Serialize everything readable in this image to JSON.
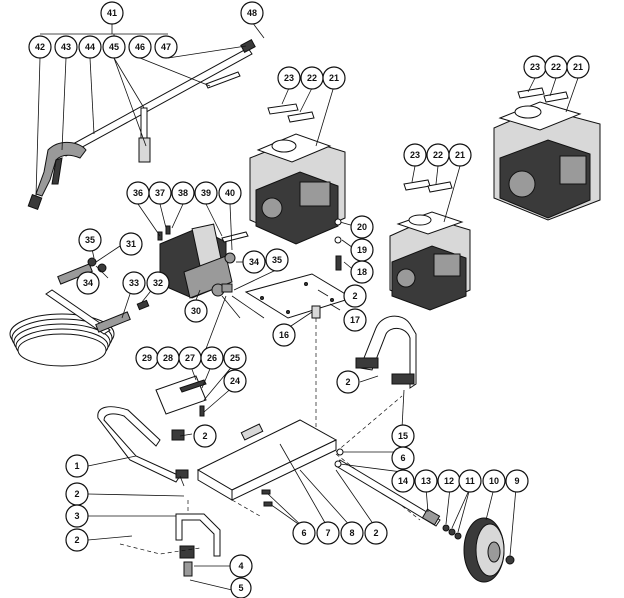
{
  "callouts": {
    "c1": "1",
    "c2a": "2",
    "c2b": "2",
    "c2c": "2",
    "c2d": "2",
    "c2e": "2",
    "c2f": "2",
    "c3": "3",
    "c4": "4",
    "c5": "5",
    "c6a": "6",
    "c6b": "6",
    "c7": "7",
    "c8": "8",
    "c9": "9",
    "c10": "10",
    "c11": "11",
    "c12": "12",
    "c13": "13",
    "c14": "14",
    "c15": "15",
    "c16": "16",
    "c17": "17",
    "c18": "18",
    "c19": "19",
    "c20": "20",
    "c21a": "21",
    "c21b": "21",
    "c21c": "21",
    "c22a": "22",
    "c22b": "22",
    "c22c": "22",
    "c23a": "23",
    "c23b": "23",
    "c23c": "23",
    "c24": "24",
    "c25": "25",
    "c26": "26",
    "c27": "27",
    "c28": "28",
    "c29": "29",
    "c30": "30",
    "c31": "31",
    "c32": "32",
    "c33": "33",
    "c34a": "34",
    "c34b": "34",
    "c35a": "35",
    "c35b": "35",
    "c36": "36",
    "c37": "37",
    "c38": "38",
    "c39": "39",
    "c40": "40",
    "c41": "41",
    "c42": "42",
    "c43": "43",
    "c44": "44",
    "c45": "45",
    "c46": "46",
    "c47": "47",
    "c48": "48"
  }
}
